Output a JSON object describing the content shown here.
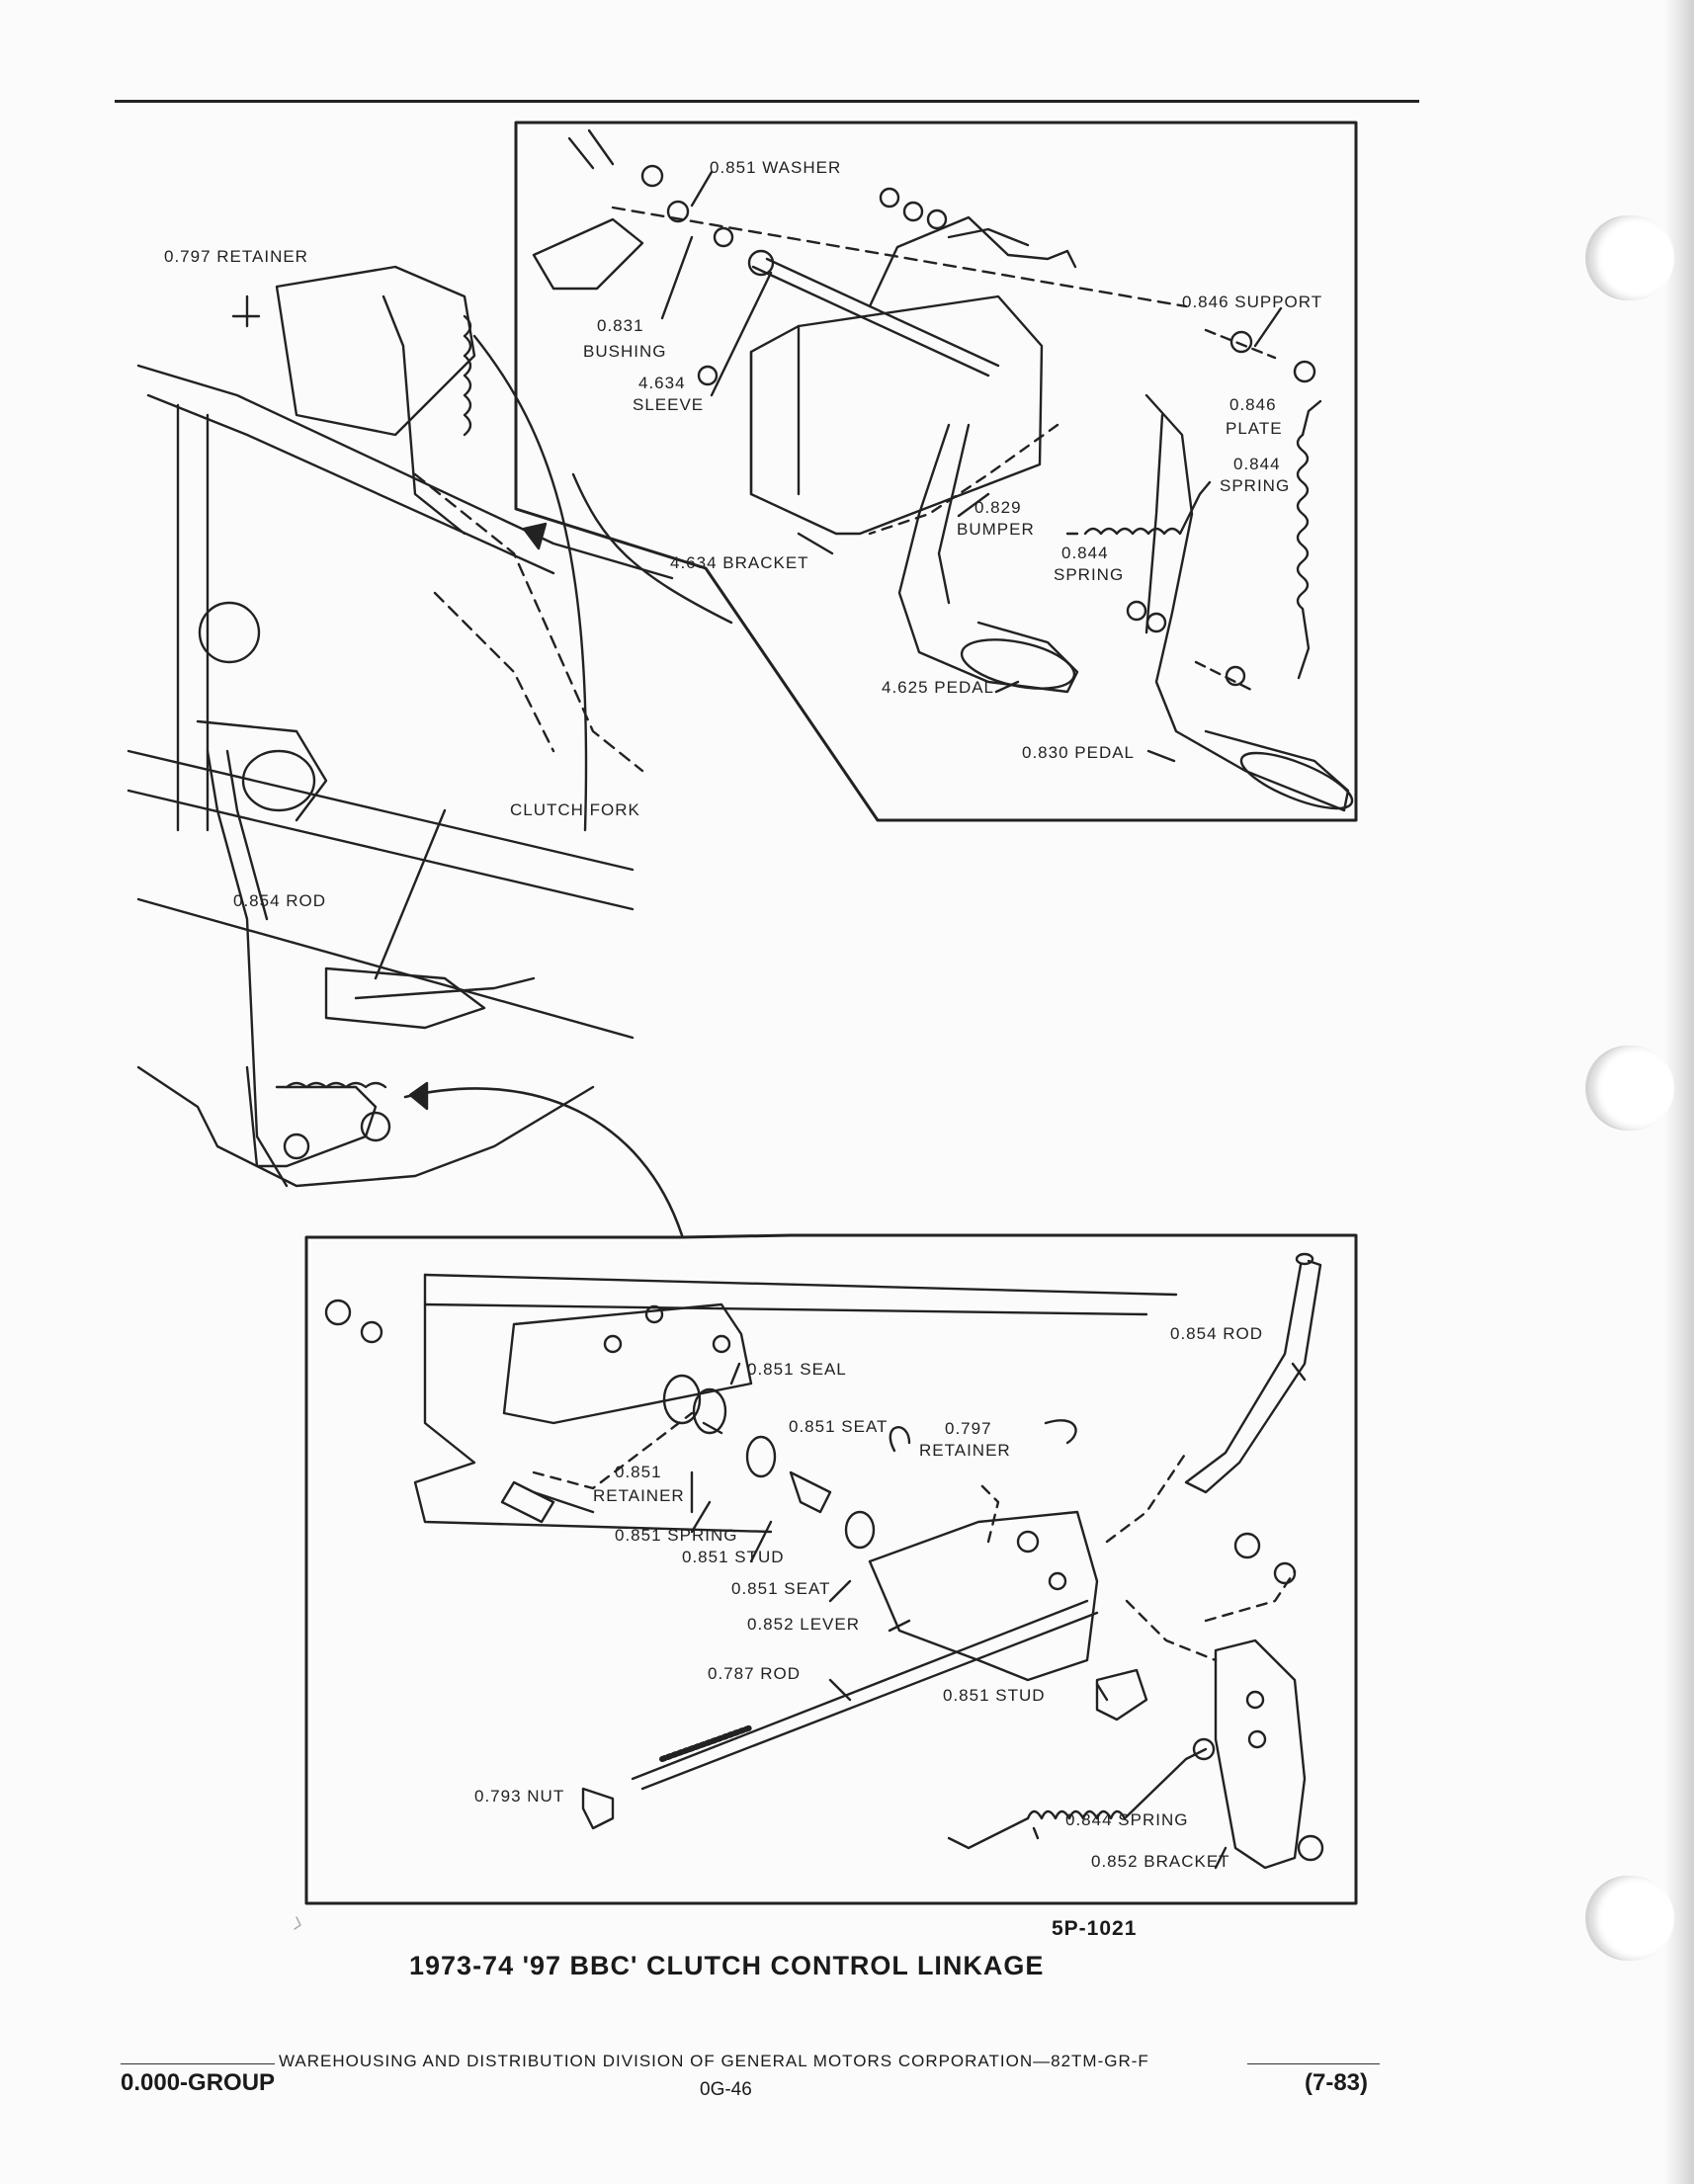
{
  "labels": {
    "washer": "0.851 WASHER",
    "retainer_797_top": "0.797 RETAINER",
    "bushing_num": "0.831",
    "bushing": "BUSHING",
    "sleeve_num": "4.634",
    "sleeve": "SLEEVE",
    "support": "0.846 SUPPORT",
    "plate_num": "0.846",
    "plate": "PLATE",
    "spring_844_num": "0.844",
    "spring_844": "SPRING",
    "bumper_num": "0.829",
    "bumper": "BUMPER",
    "spring_844b_num": "0.844",
    "spring_844b": "SPRING",
    "bracket_634": "4.634 BRACKET",
    "pedal_625": "4.625 PEDAL",
    "pedal_830": "0.830 PEDAL",
    "clutch_fork": "CLUTCH FORK",
    "rod_854_left": "0.854 ROD",
    "rod_854_right": "0.854 ROD",
    "seal_851": "0.851 SEAL",
    "seat_851_top": "0.851 SEAT",
    "retainer_797_num": "0.797",
    "retainer_797": "RETAINER",
    "retainer_851_num": "0.851",
    "retainer_851": "RETAINER",
    "spring_851": "0.851 SPRING",
    "stud_851_a": "0.851 STUD",
    "seat_851_bottom": "0.851 SEAT",
    "lever_852": "0.852 LEVER",
    "rod_787": "0.787 ROD",
    "stud_851_b": "0.851 STUD",
    "nut_793": "0.793 NUT",
    "spring_844c": "0.844 SPRING",
    "bracket_852": "0.852 BRACKET"
  },
  "figure_number": "5P-1021",
  "caption": "1973-74 '97 BBC' CLUTCH CONTROL LINKAGE",
  "footer": {
    "division": "WAREHOUSING AND DISTRIBUTION DIVISION OF GENERAL MOTORS CORPORATION—82TM-GR-F",
    "group": "0.000-GROUP",
    "page": "0G-46",
    "date": "(7-83)"
  }
}
